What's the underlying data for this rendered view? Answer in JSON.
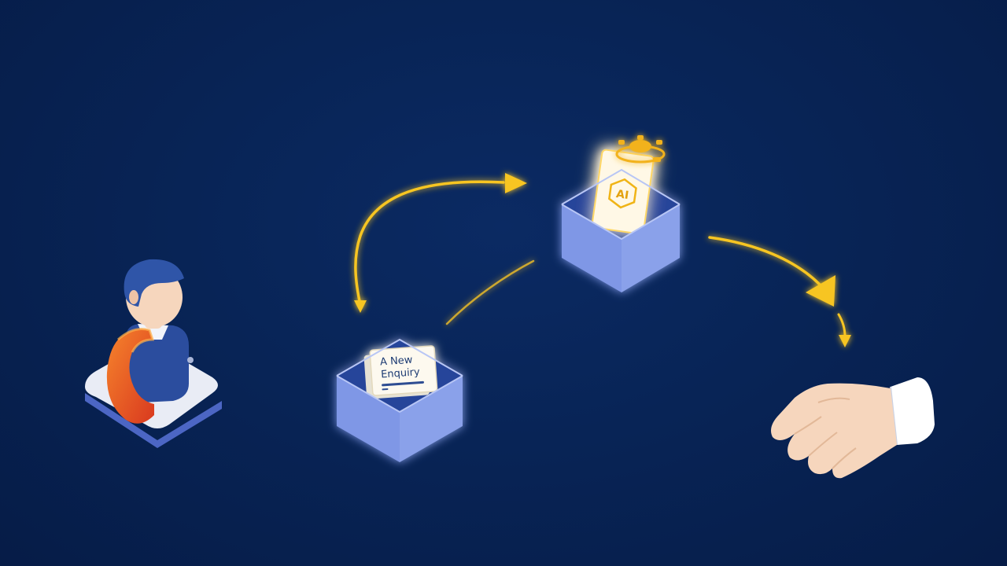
{
  "inbox_card": {
    "line1": "A New",
    "line2": "Enquiry"
  },
  "ai_card": {
    "badge": "AI"
  },
  "colors": {
    "background": "#082456",
    "arrow": "#f7c520",
    "box_face": "#7f97e6",
    "box_top": "#9fb2f0",
    "box_inner": "#27449a",
    "card": "#fdf9ef",
    "person_shirt": "#2b4d9e",
    "person_hair": "#2f55a8",
    "phone": "#e8502a",
    "skin": "#f6d6bd"
  },
  "icons": [
    "person-icon",
    "phone-icon",
    "inbox-box-icon",
    "ai-box-icon",
    "gear-icon",
    "handshake-icon",
    "arrow-icon"
  ]
}
